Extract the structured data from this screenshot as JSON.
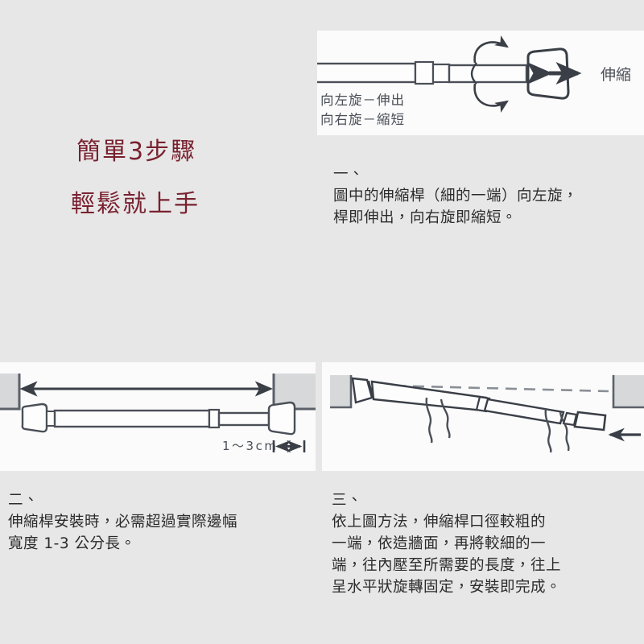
{
  "meta": {
    "background_color": "#e7e7e7",
    "panel_color": "#fbfbfb",
    "title_color": "#79212f",
    "body_text_color": "#2b2b2b",
    "line_color": "#4a4f57"
  },
  "title": {
    "line1": "簡單3步驟",
    "line2": "輕鬆就上手"
  },
  "panels": {
    "top_right": {
      "labels": {
        "rotate_left": "向左旋－伸出",
        "rotate_right": "向右旋－縮短",
        "extend": "伸縮"
      }
    },
    "bottom_left": {
      "labels": {
        "overlap": "1～3cm"
      }
    },
    "bottom_right": {
      "labels": {}
    }
  },
  "steps": [
    {
      "number": "一、",
      "body": "圖中的伸縮桿（細的一端）向左旋，\n桿即伸出，向右旋即縮短。"
    },
    {
      "number": "二、",
      "body": "伸縮桿安裝時，必需超過實際邊幅\n寬度 1-3 公分長。"
    },
    {
      "number": "三、",
      "body": "依上圖方法，伸縮桿口徑較粗的\n一端，依造牆面，再將較細的一\n端，往內壓至所需要的長度，往上\n呈水平狀旋轉固定，安裝即完成。"
    }
  ]
}
